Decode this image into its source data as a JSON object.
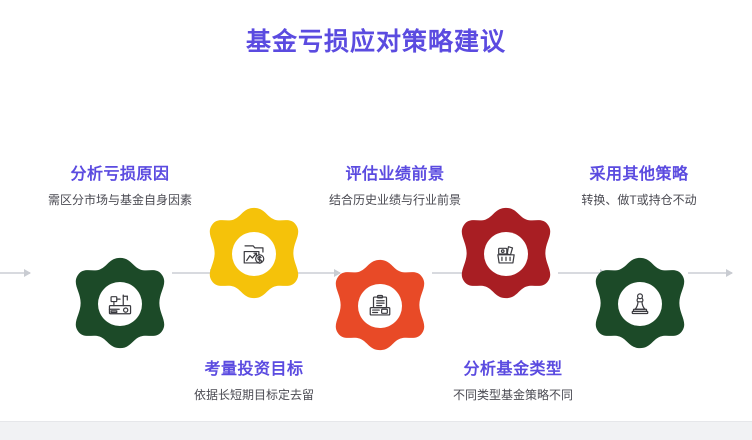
{
  "slide": {
    "title": "基金亏损应对策略建议",
    "title_color": "#5B4BE0",
    "background_color": "#ffffff",
    "footer_band_color": "#f1f2f4"
  },
  "steps": [
    {
      "index": 1,
      "head": "分析亏损原因",
      "sub": "需区分市场与基金自身因素",
      "color": "#1C4A28",
      "icon": "factory-analysis-icon",
      "position": "top"
    },
    {
      "index": 2,
      "head": "考量投资目标",
      "sub": "依据长短期目标定去留",
      "color": "#F5C20A",
      "icon": "chart-money-icon",
      "position": "bottom"
    },
    {
      "index": 3,
      "head": "评估业绩前景",
      "sub": "结合历史业绩与行业前景",
      "color": "#E84A27",
      "icon": "clipboard-report-icon",
      "position": "top"
    },
    {
      "index": 4,
      "head": "分析基金类型",
      "sub": "不同类型基金策略不同",
      "color": "#A81E23",
      "icon": "money-basket-icon",
      "position": "bottom"
    },
    {
      "index": 5,
      "head": "采用其他策略",
      "sub": "转换、做T或持仓不动",
      "color": "#1C4A28",
      "icon": "chess-pawn-icon",
      "position": "top"
    }
  ],
  "connectors": {
    "color": "#d8dadf",
    "count": 5
  }
}
